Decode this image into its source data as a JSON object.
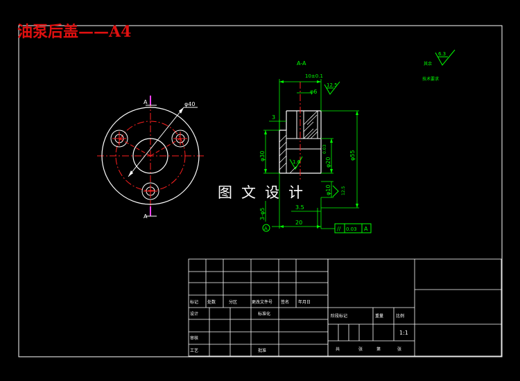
{
  "title": "油泵后盖——A4",
  "watermark": "图文设计",
  "colors": {
    "background": "#000000",
    "title": "#e01010",
    "frame": "#ffffff",
    "dimension": "#00ff00",
    "centerline": "#ff2020",
    "hidden": "#ff40ff",
    "yellow": "#ffff00",
    "watermark": "#ffffff"
  },
  "front_view": {
    "section_mark": "A",
    "diameter_label": "φ40"
  },
  "section_view": {
    "title": "A-A",
    "dims": {
      "width_tol": "10±0.1",
      "bore": "φ6",
      "step": "3",
      "dia30": "φ30",
      "dia20": "φ20",
      "dia20_tol": "0.03",
      "dia55": "φ55",
      "dia10": "φ10",
      "thread": "3-φ5",
      "len35": "3.5",
      "len20": "20"
    },
    "roughness": {
      "top": "12.5",
      "inner": "1.6",
      "side": "12.5"
    },
    "datum": "A",
    "tolerance": {
      "symbol": "//",
      "value": "0.03",
      "datum": "A"
    }
  },
  "notes": {
    "roughness_value": "6.3",
    "line1": "其余",
    "line2": "技术要求"
  },
  "title_block": {
    "row_labels": [
      "标记",
      "处数",
      "分区",
      "更改文件号",
      "签名",
      "年月日"
    ],
    "design": "设计",
    "standard": "标准化",
    "review": "审核",
    "process": "工艺",
    "approve": "批准",
    "stage": "阶段标记",
    "weight": "重量",
    "scale": "比例",
    "scale_value": "1:1",
    "sheets": [
      "共",
      "张",
      "第",
      "张"
    ]
  }
}
